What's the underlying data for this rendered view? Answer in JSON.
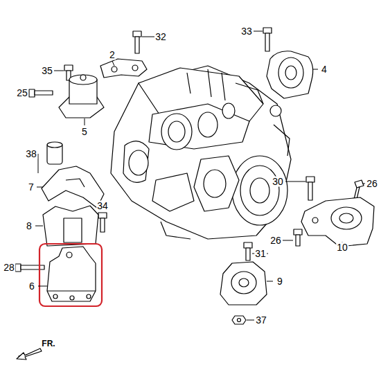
{
  "diagram": {
    "labels": [
      "32",
      "2",
      "33",
      "4",
      "35",
      "25",
      "5",
      "38",
      "7",
      "34",
      "30",
      "26",
      "8",
      "26",
      "10",
      "31",
      "28",
      "6",
      "9",
      "37",
      "FR."
    ]
  }
}
